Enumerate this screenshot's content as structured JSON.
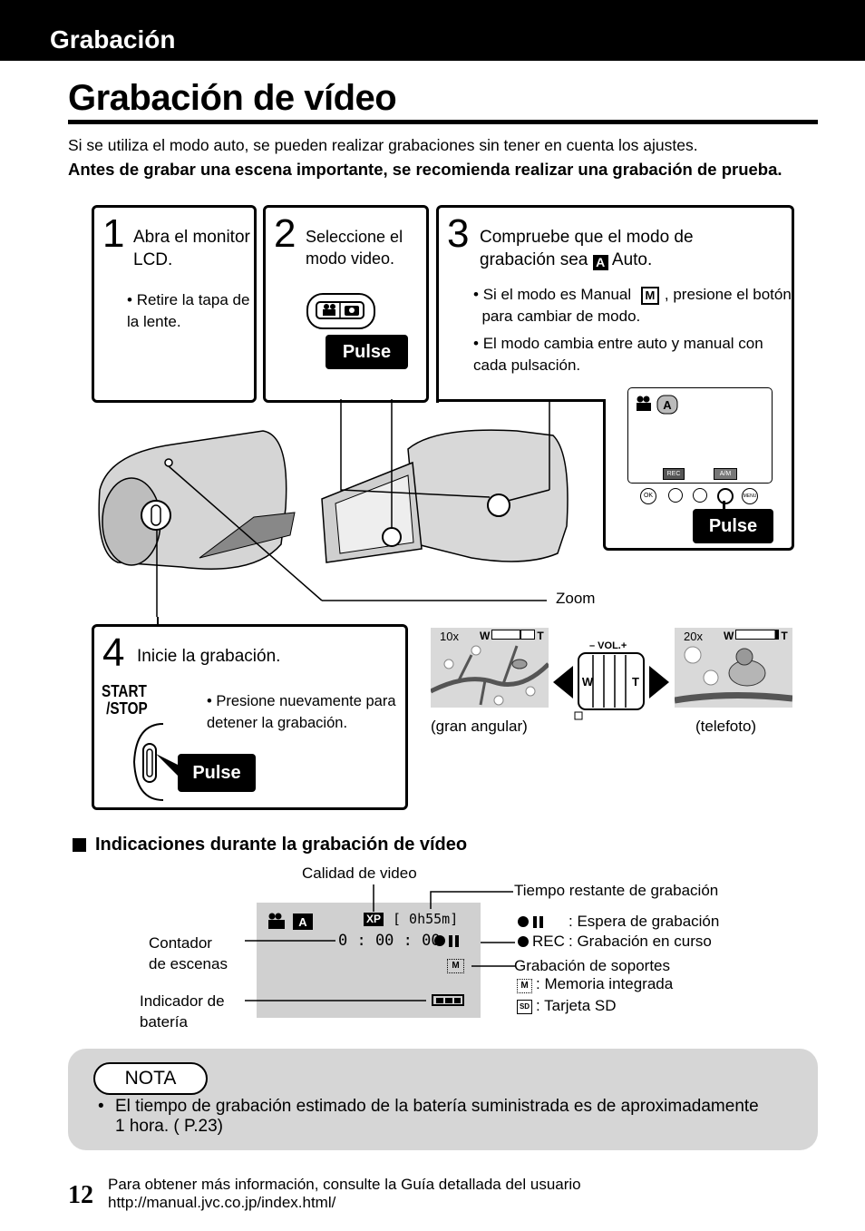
{
  "header": {
    "section": "Grabación"
  },
  "page_title": "Grabación de vídeo",
  "intro": {
    "line1": "Si se utiliza el modo auto, se pueden realizar grabaciones sin tener en cuenta los ajustes.",
    "line2": "Antes de grabar una escena importante, se recomienda realizar una grabación de prueba."
  },
  "steps": [
    {
      "num": "1",
      "title": "Abra el monitor LCD.",
      "bullet": "Retire la tapa de la lente."
    },
    {
      "num": "2",
      "title": "Seleccione el modo video.",
      "button": "Pulse"
    },
    {
      "num": "3",
      "title_a": "Compruebe que el modo de grabación sea",
      "title_b": "Auto.",
      "bullet1_a": "Si el modo es Manual",
      "bullet1_b": ", presione el botón",
      "bullet1_c": "para cambiar de modo.",
      "bullet2": "El modo cambia entre auto y manual con cada pulsación.",
      "button": "Pulse"
    },
    {
      "num": "4",
      "title": "Inicie la grabación.",
      "start_label": "START",
      "stop_label": "/STOP",
      "bullet": "Presione nuevamente para detener la grabación.",
      "button": "Pulse"
    }
  ],
  "zoom": {
    "label": "Zoom",
    "wide_zoom": "10x",
    "tele_zoom": "20x",
    "wide_caption": "(gran angular)",
    "tele_caption": "(telefoto)",
    "vol": "– VOL.+",
    "w": "W",
    "t": "T"
  },
  "screen3": {
    "rec": "REC",
    "am": "A/M",
    "ok": "OK",
    "menu": "MENU"
  },
  "indications": {
    "heading": "Indicaciones durante la grabación de vídeo",
    "quality_label": "Calidad de video",
    "time_label": "Tiempo restante de grabación",
    "counter_label_1": "Contador",
    "counter_label_2": "de escenas",
    "battery_label_1": "Indicador de",
    "battery_label_2": "batería",
    "standby": ": Espera de grabación",
    "recording_rec": "REC",
    "recording": ": Grabación en curso",
    "media_label": "Grabación de soportes",
    "internal": ": Memoria integrada",
    "sd": ": Tarjeta SD",
    "screen_quality": "XP",
    "screen_time": "[ 0h55m]",
    "screen_counter": "0 : 00 : 00"
  },
  "nota": {
    "tag": "NOTA",
    "text": "El tiempo de grabación estimado de la batería suministrada es de aproximadamente 1 hora. ( P.23)"
  },
  "footer": {
    "page": "12",
    "line1": "Para obtener más información, consulte la Guía detallada del usuario",
    "line2": "http://manual.jvc.co.jp/index.html/"
  }
}
